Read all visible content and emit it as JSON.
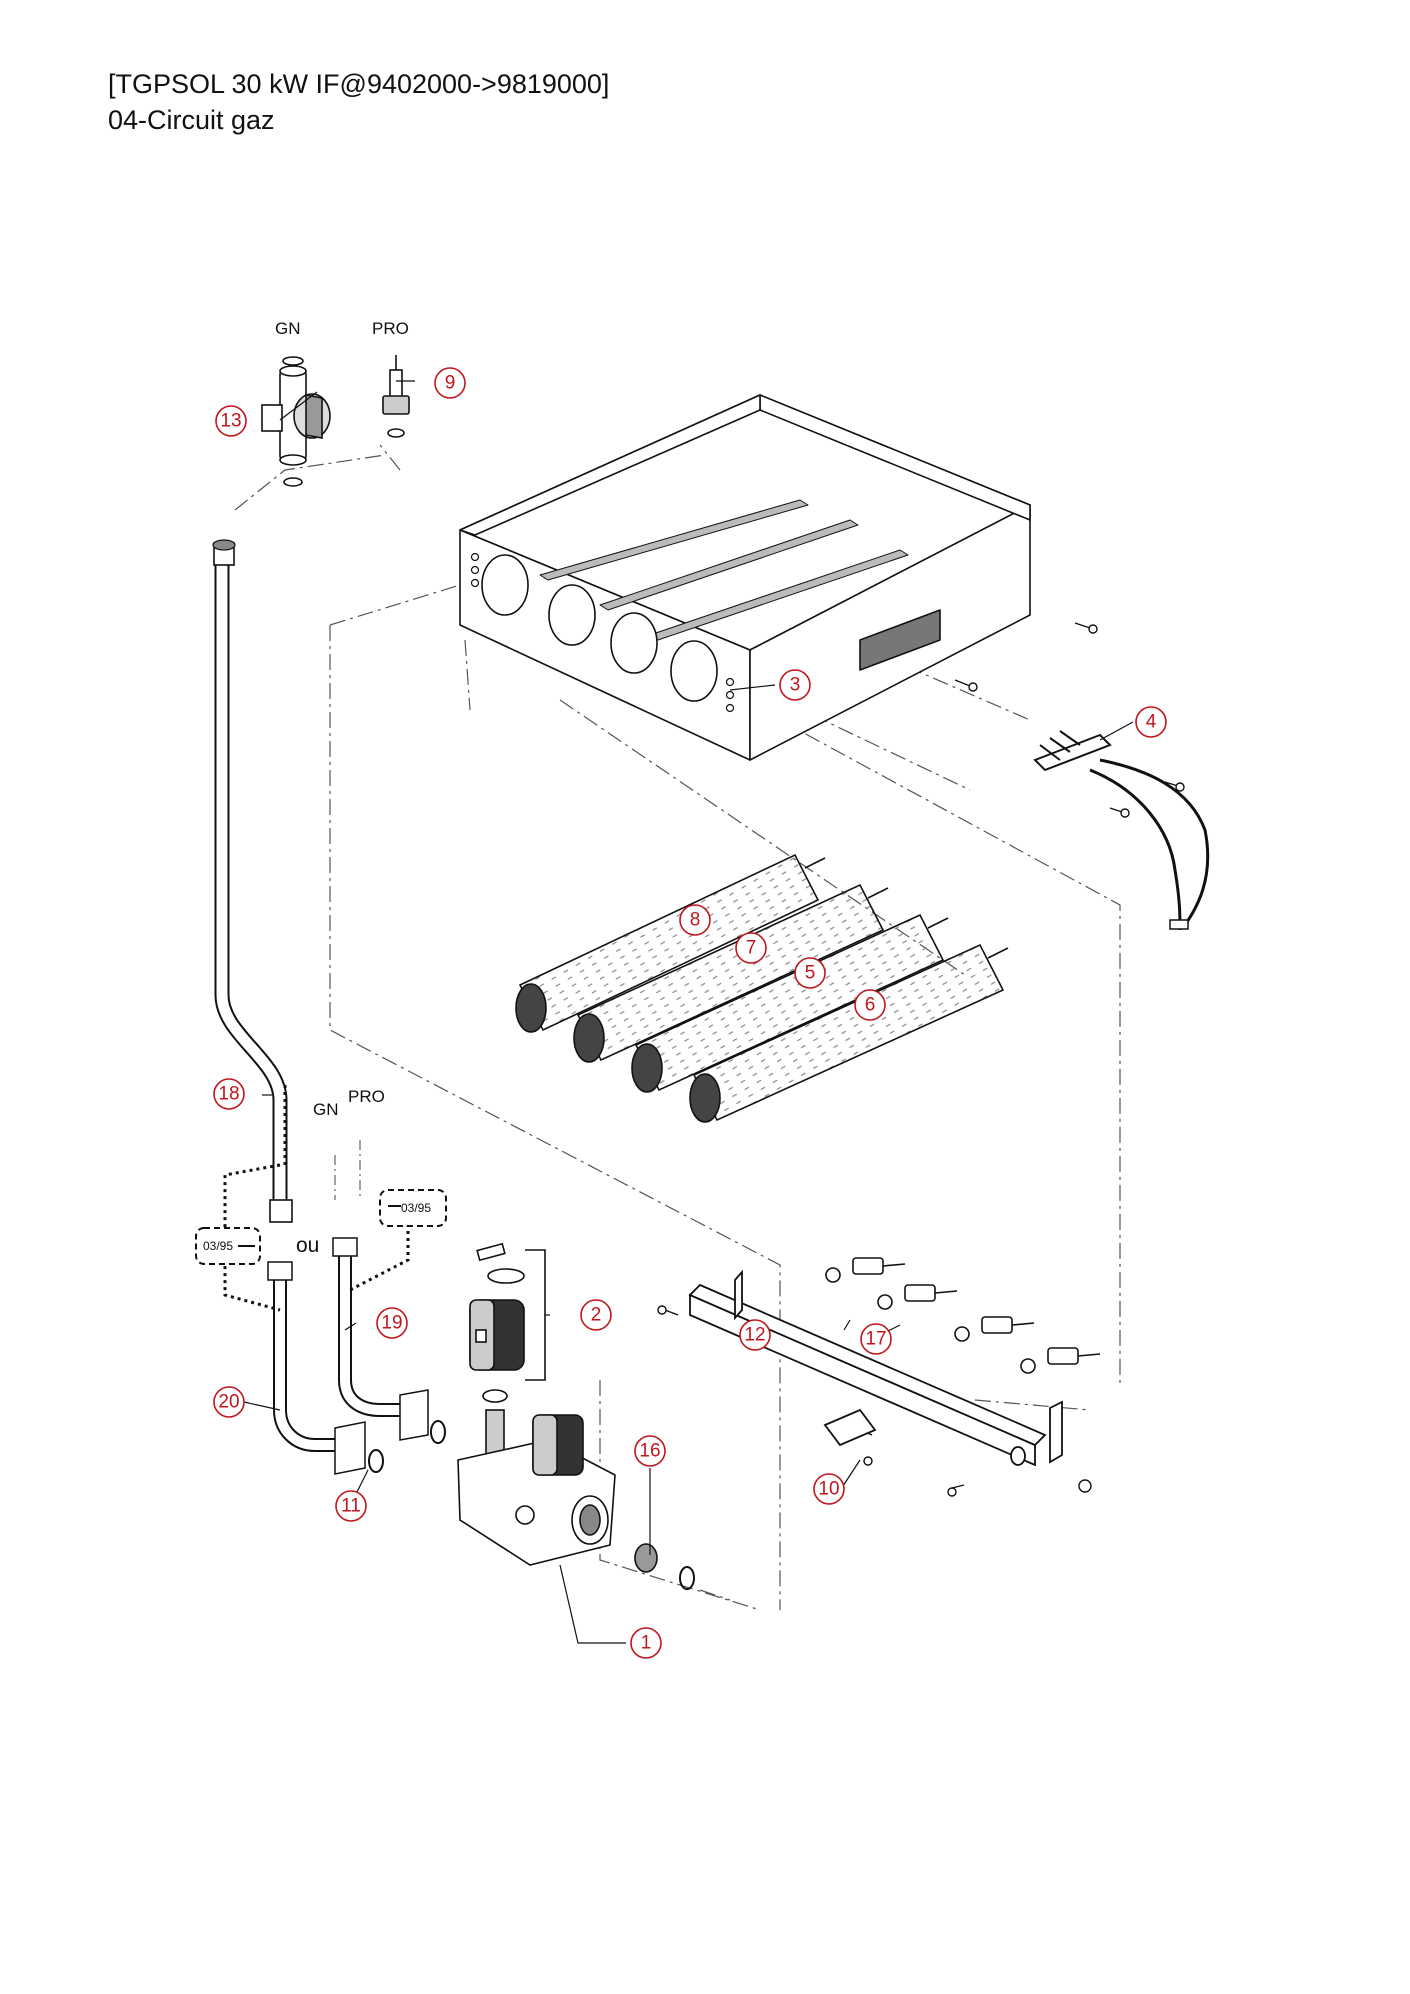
{
  "header": {
    "line1": "[TGPSOL 30 kW IF@9402000->9819000]",
    "line2": "04-Circuit gaz"
  },
  "labels": {
    "gn_top": "GN",
    "pro_top": "PRO",
    "gn_mid": "GN",
    "pro_mid": "PRO",
    "ou": "ou",
    "date_left": "03/95",
    "date_right": "03/95"
  },
  "callouts": [
    "1",
    "2",
    "3",
    "4",
    "5",
    "6",
    "7",
    "8",
    "9",
    "10",
    "11",
    "12",
    "13",
    "16",
    "17",
    "18",
    "19",
    "20"
  ],
  "colors": {
    "callout": "#c0161c",
    "line": "#111111",
    "dash": "#555555"
  }
}
